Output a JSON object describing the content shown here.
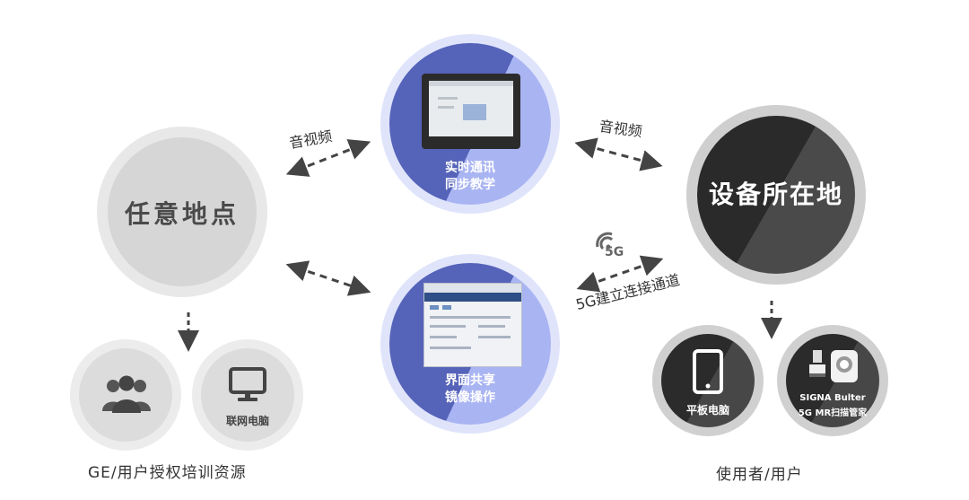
{
  "nodes": {
    "anywhere": {
      "label": "任意地点"
    },
    "device_site": {
      "label": "设备所在地"
    },
    "realtime": {
      "line1": "实时通讯",
      "line2": "同步教学"
    },
    "mirror": {
      "line1": "界面共享",
      "line2": "镜像操作"
    }
  },
  "edges": {
    "audio_video_left": "音视频",
    "audio_video_right": "音视频",
    "five_g_channel": "5G建立连接通道",
    "five_g_badge": "5G"
  },
  "left_group": {
    "pc_label": "联网电脑",
    "caption": "GE/用户授权培训资源"
  },
  "right_group": {
    "tablet_label": "平板电脑",
    "signa_line1": "SIGNA Bulter",
    "signa_line2": "5G MR扫描管家",
    "caption": "使用者/用户"
  },
  "colors": {
    "blue_dark": "#5563b9",
    "blue_light": "#a9b4f2",
    "grey_node": "#d6d6d6",
    "dark_node": "#2a2a2a"
  },
  "icons": [
    "users-icon",
    "monitor-icon",
    "tablet-icon",
    "mri-scanner-icon",
    "signal-icon"
  ]
}
